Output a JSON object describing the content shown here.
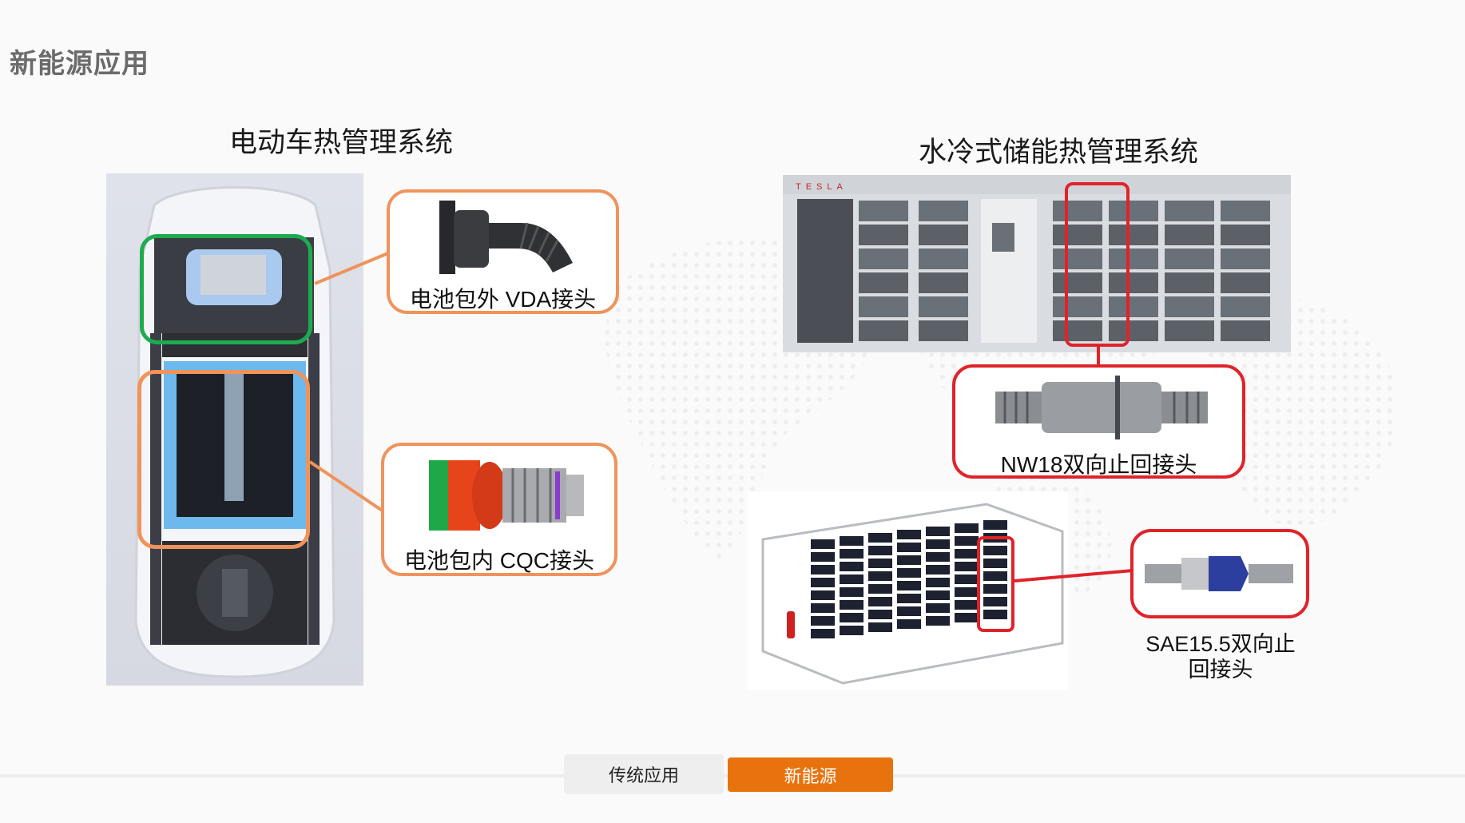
{
  "page": {
    "title": "新能源应用"
  },
  "ev_section": {
    "title": "电动车热管理系统",
    "vda_label": "电池包外 VDA接头",
    "cqc_label": "电池包内 CQC接头"
  },
  "ess_section": {
    "title": "水冷式储能热管理系统",
    "cabinet_brand": "TESLA",
    "nw18_label": "NW18双向止回接头",
    "sae_label_line1": "SAE15.5双向止",
    "sae_label_line2": "回接头"
  },
  "tabs": [
    {
      "label": "传统应用",
      "active": false
    },
    {
      "label": "新能源",
      "active": true
    }
  ],
  "colors": {
    "accent": "#e8730e",
    "callout_orange": "#f0935b",
    "callout_green": "#1cab4e",
    "callout_red": "#e0232a"
  }
}
